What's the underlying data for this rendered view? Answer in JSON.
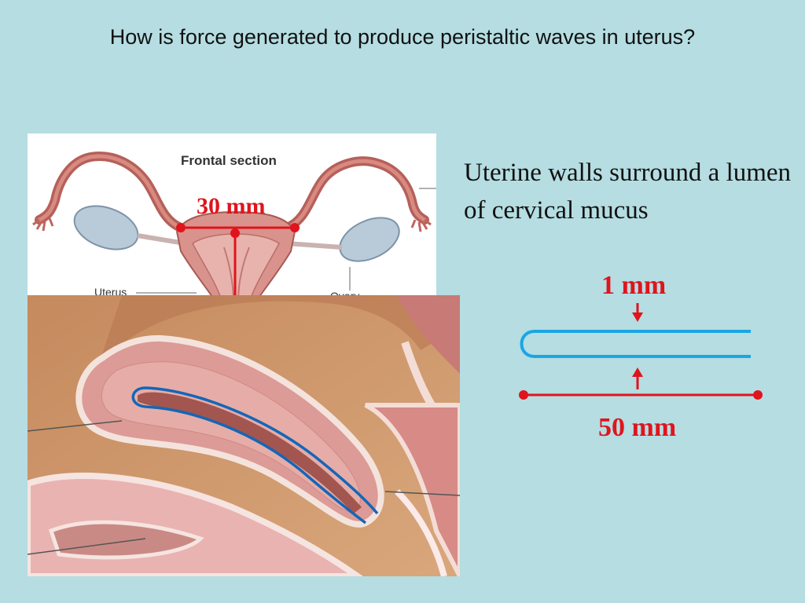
{
  "title": "How is force generated to produce peristaltic waves in uterus?",
  "body_text": "Uterine walls surround a lumen of cervical mucus",
  "frontal_figure": {
    "heading": "Frontal section",
    "measurement": "30 mm",
    "labels": {
      "uterus": "Uterus",
      "ovary": "Ovary"
    }
  },
  "schematic": {
    "thickness_label": "1 mm",
    "length_label": "50 mm"
  },
  "colors": {
    "background": "#b5dde2",
    "measure_red": "#e0141c",
    "lumen_blue": "#1aa6e6",
    "outline_blue": "#1466b8"
  }
}
